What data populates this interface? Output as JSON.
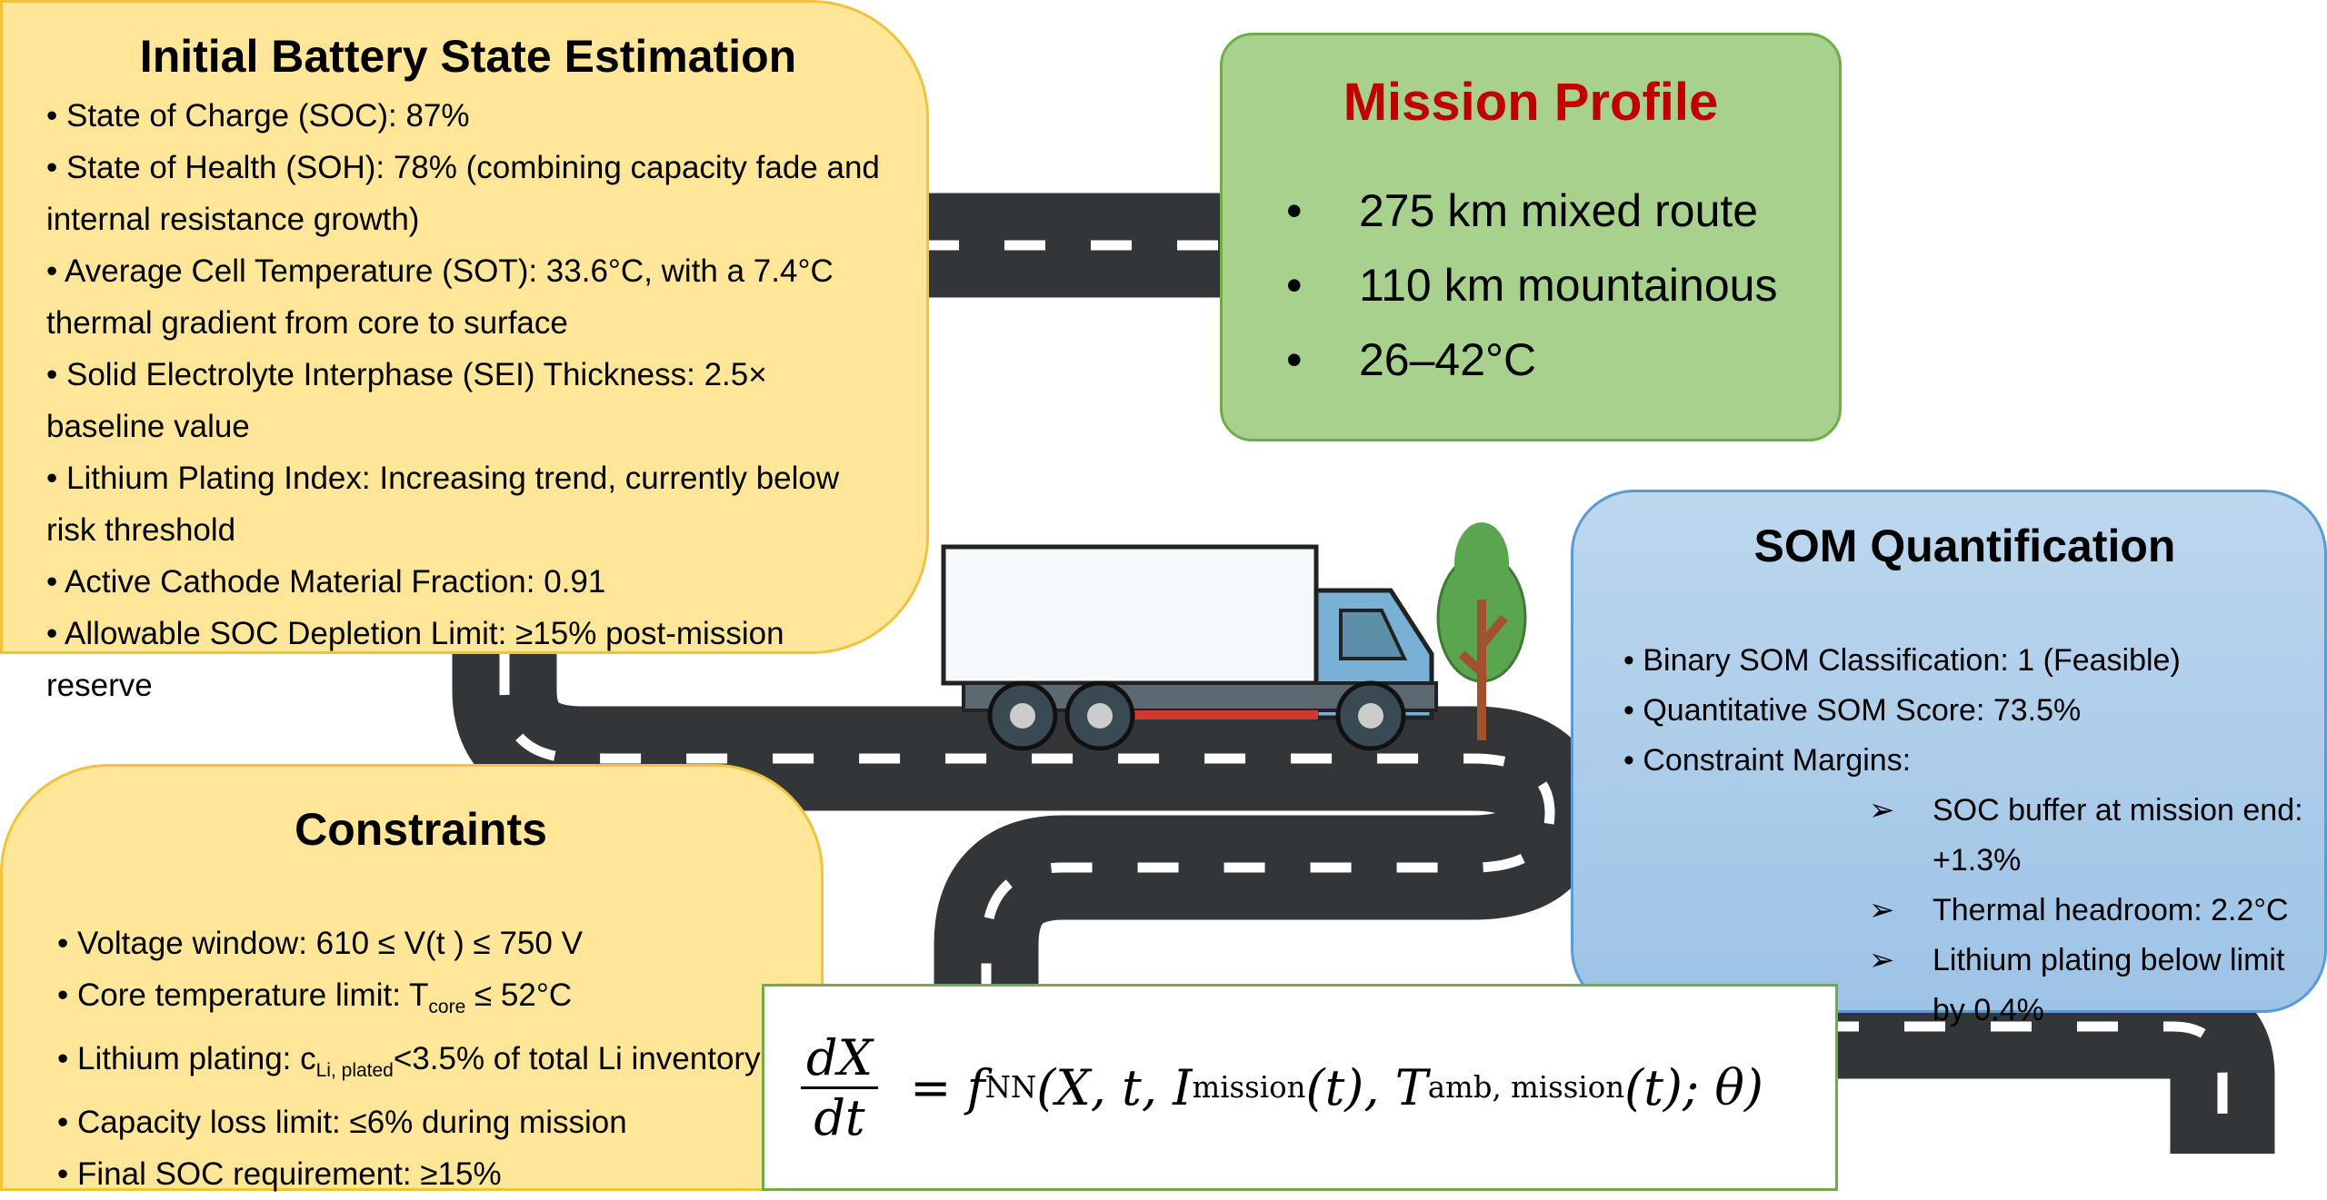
{
  "initial_state": {
    "title": "Initial Battery State Estimation",
    "items": [
      "State of Charge (SOC): 87%",
      "State of Health (SOH): 78% (combining capacity fade and internal resistance growth)",
      "Average Cell Temperature (SOT): 33.6°C, with a 7.4°C thermal gradient from core to surface",
      "Solid Electrolyte Interphase (SEI) Thickness: 2.5× baseline value",
      "Lithium Plating Index: Increasing trend, currently below risk threshold",
      "Active Cathode Material Fraction: 0.91",
      "Allowable SOC Depletion Limit: ≥15% post-mission reserve"
    ]
  },
  "mission": {
    "title": "Mission Profile",
    "bullet": "•",
    "items": [
      "275 km mixed route",
      "110 km mountainous",
      "26–42°C"
    ]
  },
  "som": {
    "title": "SOM Quantification",
    "items": [
      "Binary SOM Classification: 1 (Feasible)",
      "Quantitative SOM Score: 73.5%",
      "Constraint Margins:"
    ],
    "arrow": "➢",
    "margins": [
      "SOC buffer at mission end: +1.3%",
      "Thermal headroom: 2.2°C",
      "Lithium plating below limit by 0.4%"
    ]
  },
  "constraints": {
    "title": "Constraints",
    "voltage": "Voltage window: 610 ≤ V(t ) ≤ 750 V",
    "core_prefix": "Core temperature limit: T",
    "core_sub": "core",
    "core_suffix": " ≤ 52°C",
    "plating_prefix": "Lithium plating: c",
    "plating_sub": "Li, plated",
    "plating_suffix": "<3.5% of total Li inventory",
    "capacity": "Capacity loss limit: ≤6% during mission",
    "final_soc": "Final SOC requirement: ≥15%"
  },
  "equation": {
    "num": "dX",
    "den": "dt",
    "eq": " = ",
    "f": "f",
    "f_sub": "NN",
    "args1": "(X, t, I",
    "i_sub": "mission",
    "args2": "(t), T",
    "t_sub": "amb, mission",
    "args3": "(t); θ)"
  },
  "colors": {
    "road": "#333638",
    "yellow": "#ffe699",
    "green": "#a9d18e",
    "blue": "#9dc3e6",
    "title_red": "#c00000"
  }
}
